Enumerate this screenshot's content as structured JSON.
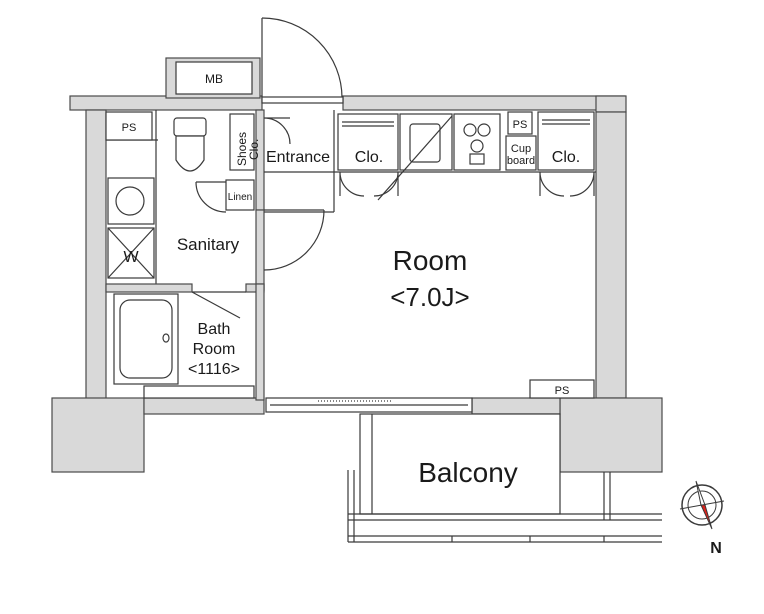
{
  "labels": {
    "mb": "MB",
    "ps_top_left": "PS",
    "ps_kitchen": "PS",
    "ps_room": "PS",
    "shoes_line1": "Shoes",
    "shoes_line2": "Clo.",
    "entrance": "Entrance",
    "clo_left": "Clo.",
    "cup_line1": "Cup",
    "cup_line2": "board",
    "clo_right": "Clo.",
    "linen": "Linen",
    "sanitary": "Sanitary",
    "washer": "W",
    "room_name": "Room",
    "room_size": "<7.0J>",
    "bath_line1": "Bath",
    "bath_line2": "Room",
    "bath_size": "<1116>",
    "balcony": "Balcony",
    "compass_n": "N"
  },
  "colors": {
    "wall_fill": "#d9d9d9",
    "wall_stroke": "#4a4a4a",
    "compass_red": "#e0231c"
  }
}
